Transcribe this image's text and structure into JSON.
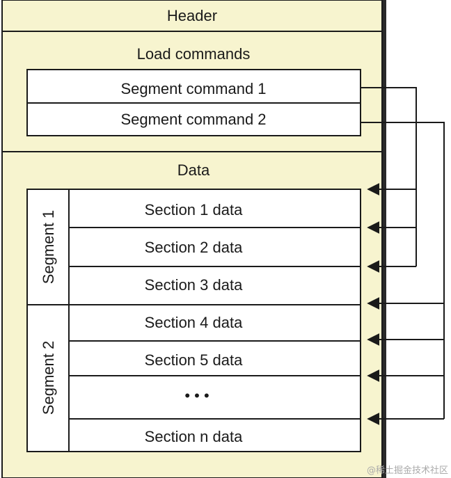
{
  "diagram": {
    "header": "Header",
    "load_commands": {
      "title": "Load commands",
      "segment_commands": [
        "Segment command 1",
        "Segment command 2"
      ]
    },
    "data": {
      "title": "Data",
      "segments": [
        {
          "label": "Segment 1",
          "sections": [
            "Section 1 data",
            "Section 2 data",
            "Section 3 data"
          ]
        },
        {
          "label": "Segment 2",
          "sections": [
            "Section 4 data",
            "Section 5 data",
            "• • •",
            "Section n data"
          ]
        }
      ]
    }
  },
  "watermark": "@稀土掘金技术社区",
  "colors": {
    "panel_fill": "#f7f4cf",
    "box_fill": "#ffffff",
    "stroke": "#1a1a1a",
    "shadow": "#2a2a2a"
  }
}
